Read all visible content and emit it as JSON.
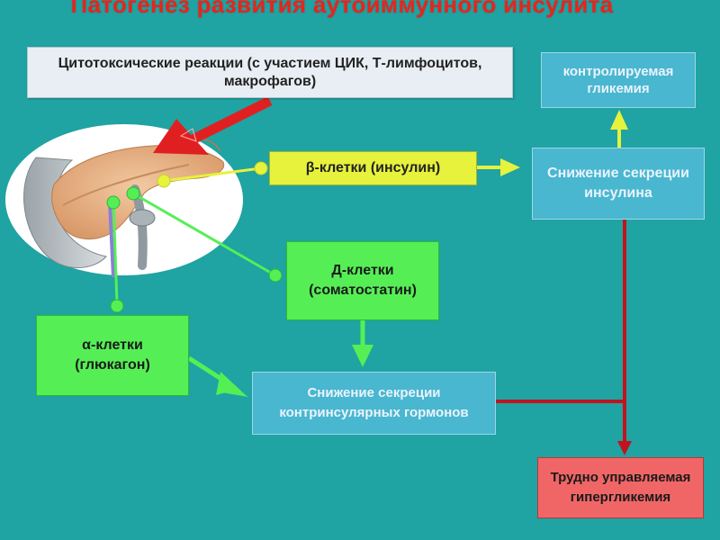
{
  "title": "Патогенез развития аутоиммунного инсулита",
  "boxes": {
    "cytotoxic": "Цитотоксические реакции (с участием ЦИК, Т-лимфоцитов, макрофагов)",
    "glycemia": "контролируемая гликемия",
    "beta_cells": "β-клетки (инсулин)",
    "insulin_decrease": "Снижение секреции инсулина",
    "delta_cells": "Д-клетки (соматостатин)",
    "alpha_cells": "α-клетки (глюкагон)",
    "contra_decrease": "Снижение секреции контринсулярных гормонов",
    "hyperglycemia": "Трудно управляемая гипергликемия"
  },
  "colors": {
    "background": "#1fa3a3",
    "title": "#e8241c",
    "yellow": "#e6f23c",
    "green": "#55ef55",
    "blue": "#49b7cf",
    "red": "#f06666",
    "arrow_red": "#e02020",
    "line_dark_red": "#c0141e"
  }
}
